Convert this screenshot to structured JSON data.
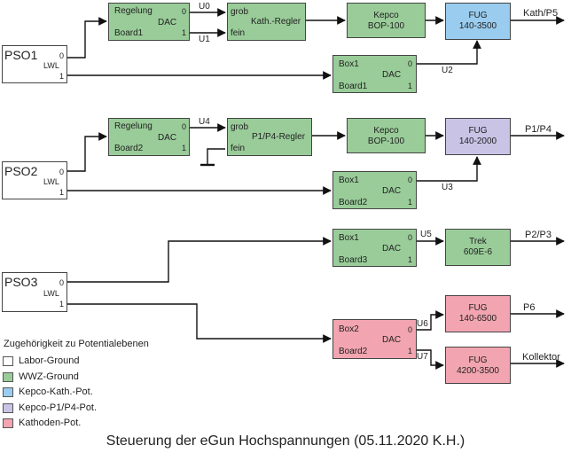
{
  "colors": {
    "wwz": "#99cc99",
    "labor": "#ffffff",
    "kath": "#99ccee",
    "p1p4": "#c9c3e6",
    "kathoden": "#f2a5b0"
  },
  "pso": [
    {
      "name": "PSO1",
      "lwl": "LWL",
      "port0": "0",
      "port1": "1"
    },
    {
      "name": "PSO2",
      "lwl": "LWL",
      "port0": "0",
      "port1": "1"
    },
    {
      "name": "PSO3",
      "lwl": "LWL",
      "port0": "0",
      "port1": "1"
    }
  ],
  "regelung": [
    {
      "title": "Regelung",
      "dac": "DAC",
      "board": "Board1",
      "p0": "0",
      "p1": "1"
    },
    {
      "title": "Regelung",
      "dac": "DAC",
      "board": "Board2",
      "p0": "0",
      "p1": "1"
    }
  ],
  "regler": [
    {
      "grob": "grob",
      "fein": "fein",
      "name": "Kath.-Regler"
    },
    {
      "grob": "grob",
      "fein": "fein",
      "name": "P1/P4-Regler"
    }
  ],
  "kepco": [
    {
      "line1": "Kepco",
      "line2": "BOP-100"
    },
    {
      "line1": "Kepco",
      "line2": "BOP-100"
    }
  ],
  "boxes": [
    {
      "title": "Box1",
      "dac": "DAC",
      "board": "Board1",
      "p0": "0",
      "p1": "1"
    },
    {
      "title": "Box1",
      "dac": "DAC",
      "board": "Board2",
      "p0": "0",
      "p1": "1"
    },
    {
      "title": "Box1",
      "dac": "DAC",
      "board": "Board3",
      "p0": "0",
      "p1": "1"
    },
    {
      "title": "Box2",
      "dac": "DAC",
      "board": "Board2",
      "p0": "0",
      "p1": "1"
    }
  ],
  "supplies": [
    {
      "line1": "FUG",
      "line2": "140-3500",
      "out": "Kath/P5"
    },
    {
      "line1": "FUG",
      "line2": "140-2000",
      "out": "P1/P4"
    },
    {
      "line1": "Trek",
      "line2": "609E-6",
      "out": "P2/P3"
    },
    {
      "line1": "FUG",
      "line2": "140-6500",
      "out": "P6"
    },
    {
      "line1": "FUG",
      "line2": "4200-3500",
      "out": "Kollektor"
    }
  ],
  "signals": [
    "U0",
    "U1",
    "U2",
    "U4",
    "U3",
    "U5",
    "U6",
    "U7"
  ],
  "legend": {
    "title": "Zugehörigkeit zu Potentialebenen",
    "items": [
      "Labor-Ground",
      "WWZ-Ground",
      "Kepco-Kath.-Pot.",
      "Kepco-P1/P4-Pot.",
      "Kathoden-Pot."
    ]
  },
  "caption": "Steuerung der eGun Hochspannungen (05.11.2020 K.H.)"
}
